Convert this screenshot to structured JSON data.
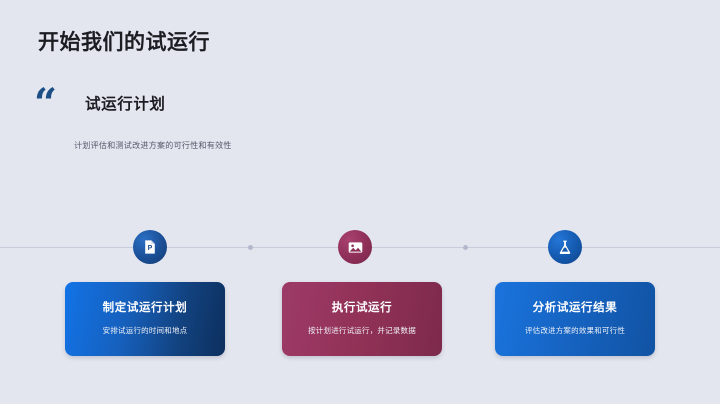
{
  "slide": {
    "title": "开始我们的试运行",
    "background_color": "#e4e6ef",
    "quote": {
      "mark": "“",
      "mark_color": "#1c4e86",
      "heading": "试运行计划",
      "subtitle": "计划评估和测试改进方案的可行性和有效性"
    },
    "timeline": {
      "line_color": "#c8cbda",
      "dot_color": "#b4b8cb"
    },
    "steps": [
      {
        "icon_name": "document-p-icon",
        "icon_color": "#1b4f96",
        "title": "制定试运行计划",
        "description": "安排试运行的时间和地点",
        "card_color_from": "#1273e6",
        "card_color_to": "#0d2f5e"
      },
      {
        "icon_name": "image-icon",
        "icon_color": "#8e2f57",
        "title": "执行试运行",
        "description": "按计划进行试运行，并记录数据",
        "card_color_from": "#9d3b68",
        "card_color_to": "#7d2a4c"
      },
      {
        "icon_name": "flask-icon",
        "icon_color": "#1459ae",
        "title": "分析试运行结果",
        "description": "评估改进方案的效果和可行性",
        "card_color_from": "#1a74dd",
        "card_color_to": "#1153a3"
      }
    ]
  }
}
